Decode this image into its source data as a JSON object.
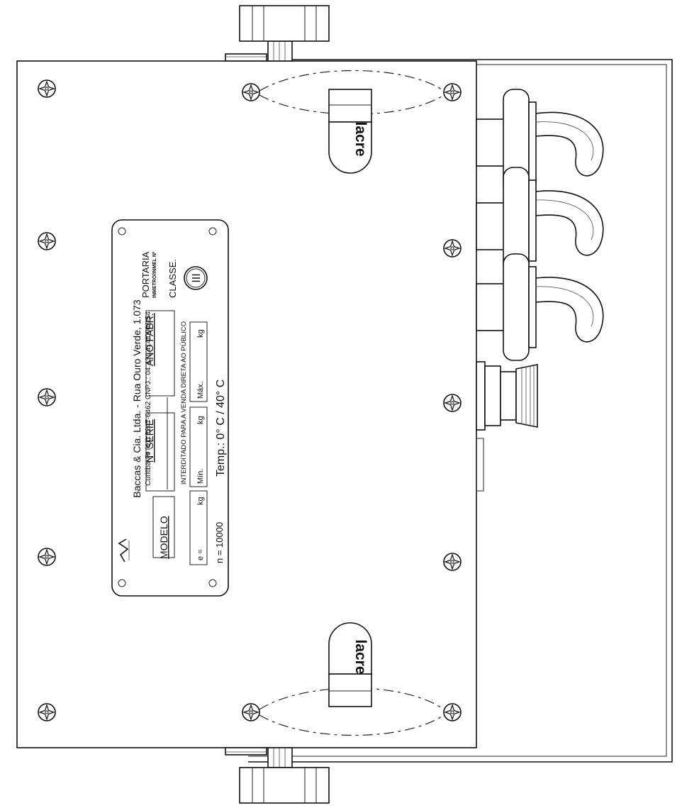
{
  "nameplate": {
    "company_line": "Baccas & Cia. Ltda. - Rua Ouro Verde, 1.073",
    "contact_line": "Curitiba-Pr (41) 3247-6462  CNPJ.: 04.431.414/0001-54",
    "modelo_label": "MODELO",
    "serie_label": "Nº SERIE",
    "ano_label": "ANO FABR.",
    "portaria_label": "PORTARIA",
    "inmetro_label": "INMETRO/INMEL Nº",
    "interditado_text": "INTERDITADO PARA A VENDA DIRETA AO PÚBLICO",
    "e_label": "e =",
    "kg_label": "kg",
    "min_label": "Mín.",
    "max_label": "Máx.",
    "classe_label": "CLASSE.",
    "classe_value": "III",
    "n_label": "n = 10000",
    "temp_label": "Temp.: 0° C / 40° C"
  },
  "seals": [
    {
      "label": "lacre"
    },
    {
      "label": "lacre"
    }
  ]
}
